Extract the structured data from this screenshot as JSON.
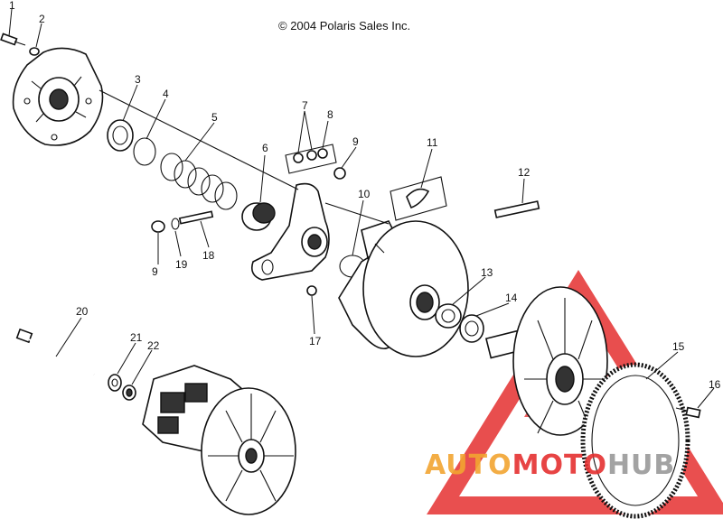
{
  "copyright": "© 2004 Polaris Sales Inc.",
  "watermark": {
    "prefix": "AUTO",
    "middle": "MOTO",
    "suffix": "HUB",
    "colors": {
      "orange": "#f2a531",
      "red": "#e53030",
      "gray": "#9a9a9a"
    }
  },
  "callouts": [
    "1",
    "2",
    "3",
    "4",
    "5",
    "6",
    "7",
    "8",
    "9",
    "9",
    "10",
    "11",
    "12",
    "13",
    "14",
    "15",
    "16",
    "17",
    "18",
    "19",
    "20",
    "21",
    "22"
  ]
}
